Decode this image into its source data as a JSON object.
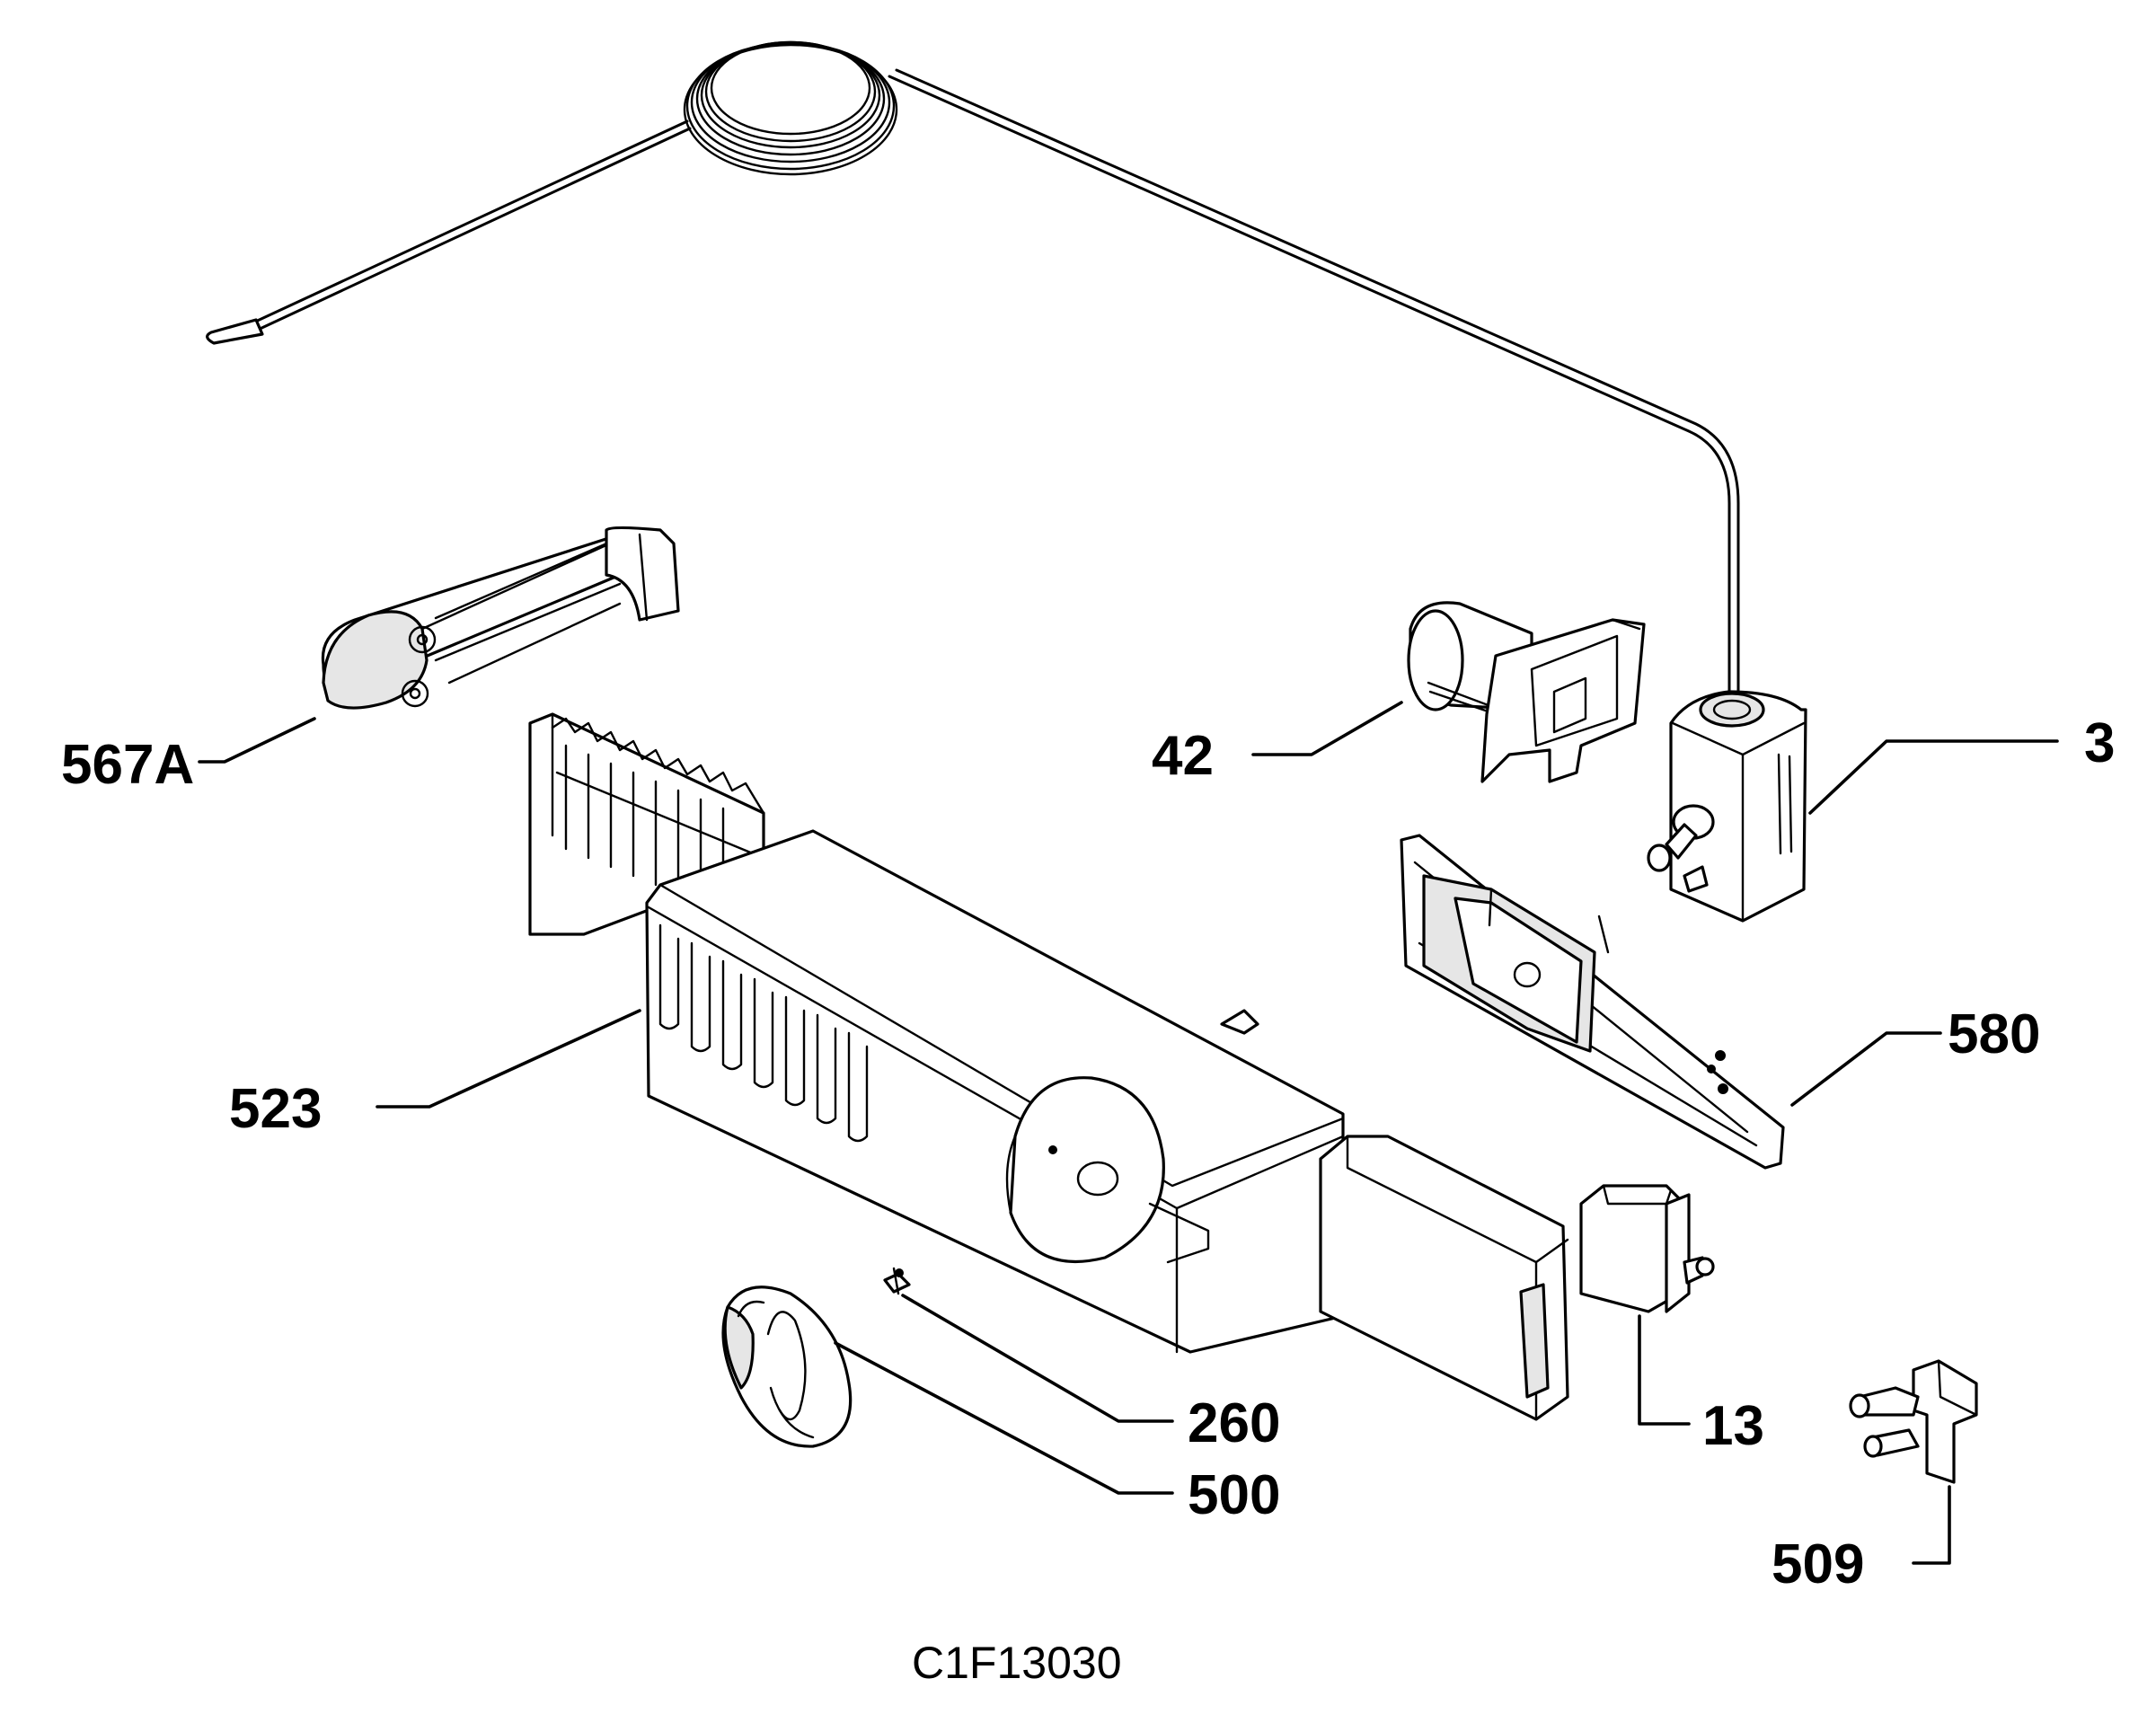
{
  "diagram": {
    "drawing_number": "C1F13030",
    "callouts": {
      "thermostat": "3",
      "switch_13": "13",
      "lamp_holder": "42",
      "pin": "260",
      "knob": "500",
      "clip": "509",
      "housing": "523",
      "bracket": "567A",
      "panel": "580"
    }
  }
}
